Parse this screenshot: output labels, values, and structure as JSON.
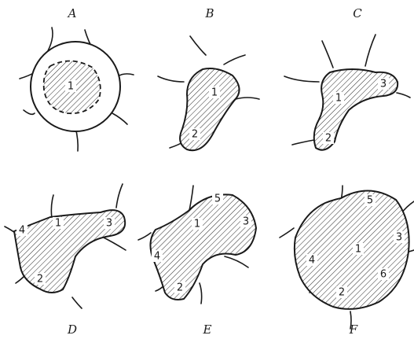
{
  "panels": {
    "A": {
      "label": "A",
      "regions": [
        "1"
      ]
    },
    "B": {
      "label": "B",
      "regions": [
        "1",
        "2"
      ]
    },
    "C": {
      "label": "C",
      "regions": [
        "1",
        "2",
        "3"
      ]
    },
    "D": {
      "label": "D",
      "regions": [
        "1",
        "2",
        "3",
        "4"
      ]
    },
    "E": {
      "label": "E",
      "regions": [
        "1",
        "2",
        "3",
        "4",
        "5"
      ]
    },
    "F": {
      "label": "F",
      "regions": [
        "1",
        "2",
        "3",
        "4",
        "5",
        "6"
      ]
    }
  }
}
